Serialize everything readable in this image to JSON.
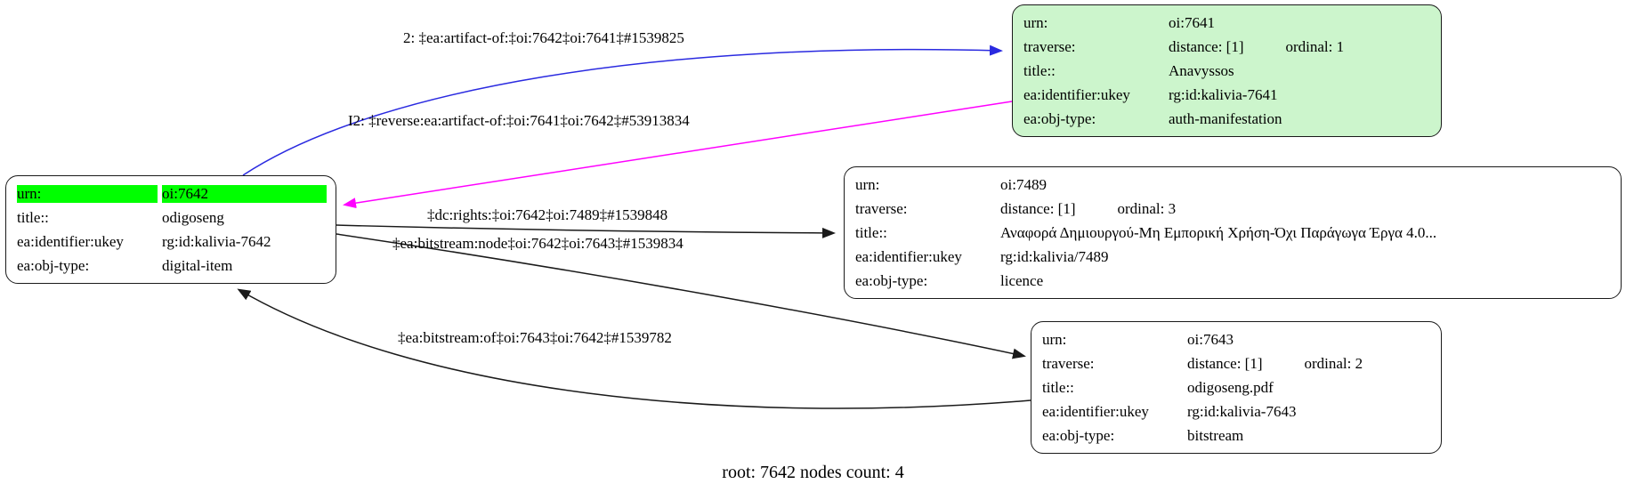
{
  "caption": "root: 7642 nodes count: 4",
  "colors": {
    "edge_blue": "#2a2ae0",
    "edge_magenta": "#ff00ff",
    "edge_black": "#1a1a1a",
    "node_border": "#1a1a1a",
    "node_green_bg": "#ccf5cc",
    "highlight_green": "#00ff00"
  },
  "nodes": {
    "n7642": {
      "rows": [
        {
          "label": "urn:",
          "value": "oi:7642"
        },
        {
          "label": "title::",
          "value": "odigoseng"
        },
        {
          "label": "ea:identifier:ukey",
          "value": "rg:id:kalivia-7642"
        },
        {
          "label": "ea:obj-type:",
          "value": "digital-item"
        }
      ]
    },
    "n7641": {
      "rows": [
        {
          "label": "urn:",
          "value": "oi:7641"
        },
        {
          "label": "traverse:",
          "value": "distance: [1]",
          "extra": "ordinal: 1"
        },
        {
          "label": "title::",
          "value": "Anavyssos"
        },
        {
          "label": "ea:identifier:ukey",
          "value": "rg:id:kalivia-7641"
        },
        {
          "label": "ea:obj-type:",
          "value": "auth-manifestation"
        }
      ]
    },
    "n7489": {
      "rows": [
        {
          "label": "urn:",
          "value": "oi:7489"
        },
        {
          "label": "traverse:",
          "value": "distance: [1]",
          "extra": "ordinal: 3"
        },
        {
          "label": "title::",
          "value": "Αναφορά Δημιουργού-Μη Εμπορική Χρήση-Όχι Παράγωγα Έργα 4.0..."
        },
        {
          "label": "ea:identifier:ukey",
          "value": "rg:id:kalivia/7489"
        },
        {
          "label": "ea:obj-type:",
          "value": "licence"
        }
      ]
    },
    "n7643": {
      "rows": [
        {
          "label": "urn:",
          "value": "oi:7643"
        },
        {
          "label": "traverse:",
          "value": "distance: [1]",
          "extra": "ordinal: 2"
        },
        {
          "label": "title::",
          "value": "odigoseng.pdf"
        },
        {
          "label": "ea:identifier:ukey",
          "value": "rg:id:kalivia-7643"
        },
        {
          "label": "ea:obj-type:",
          "value": "bitstream"
        }
      ]
    }
  },
  "edges": [
    {
      "name": "ea-artifact-of",
      "label": "2: ‡ea:artifact-of:‡oi:7642‡oi:7641‡#1539825"
    },
    {
      "name": "reverse-ea-artifact-of",
      "label": "I2: ‡reverse:ea:artifact-of:‡oi:7641‡oi:7642‡#53913834"
    },
    {
      "name": "dc-rights",
      "label": "‡dc:rights:‡oi:7642‡oi:7489‡#1539848"
    },
    {
      "name": "ea-bitstream-node",
      "label": "‡ea:bitstream:node‡oi:7642‡oi:7643‡#1539834"
    },
    {
      "name": "ea-bitstream-of",
      "label": "‡ea:bitstream:of‡oi:7643‡oi:7642‡#1539782"
    }
  ]
}
